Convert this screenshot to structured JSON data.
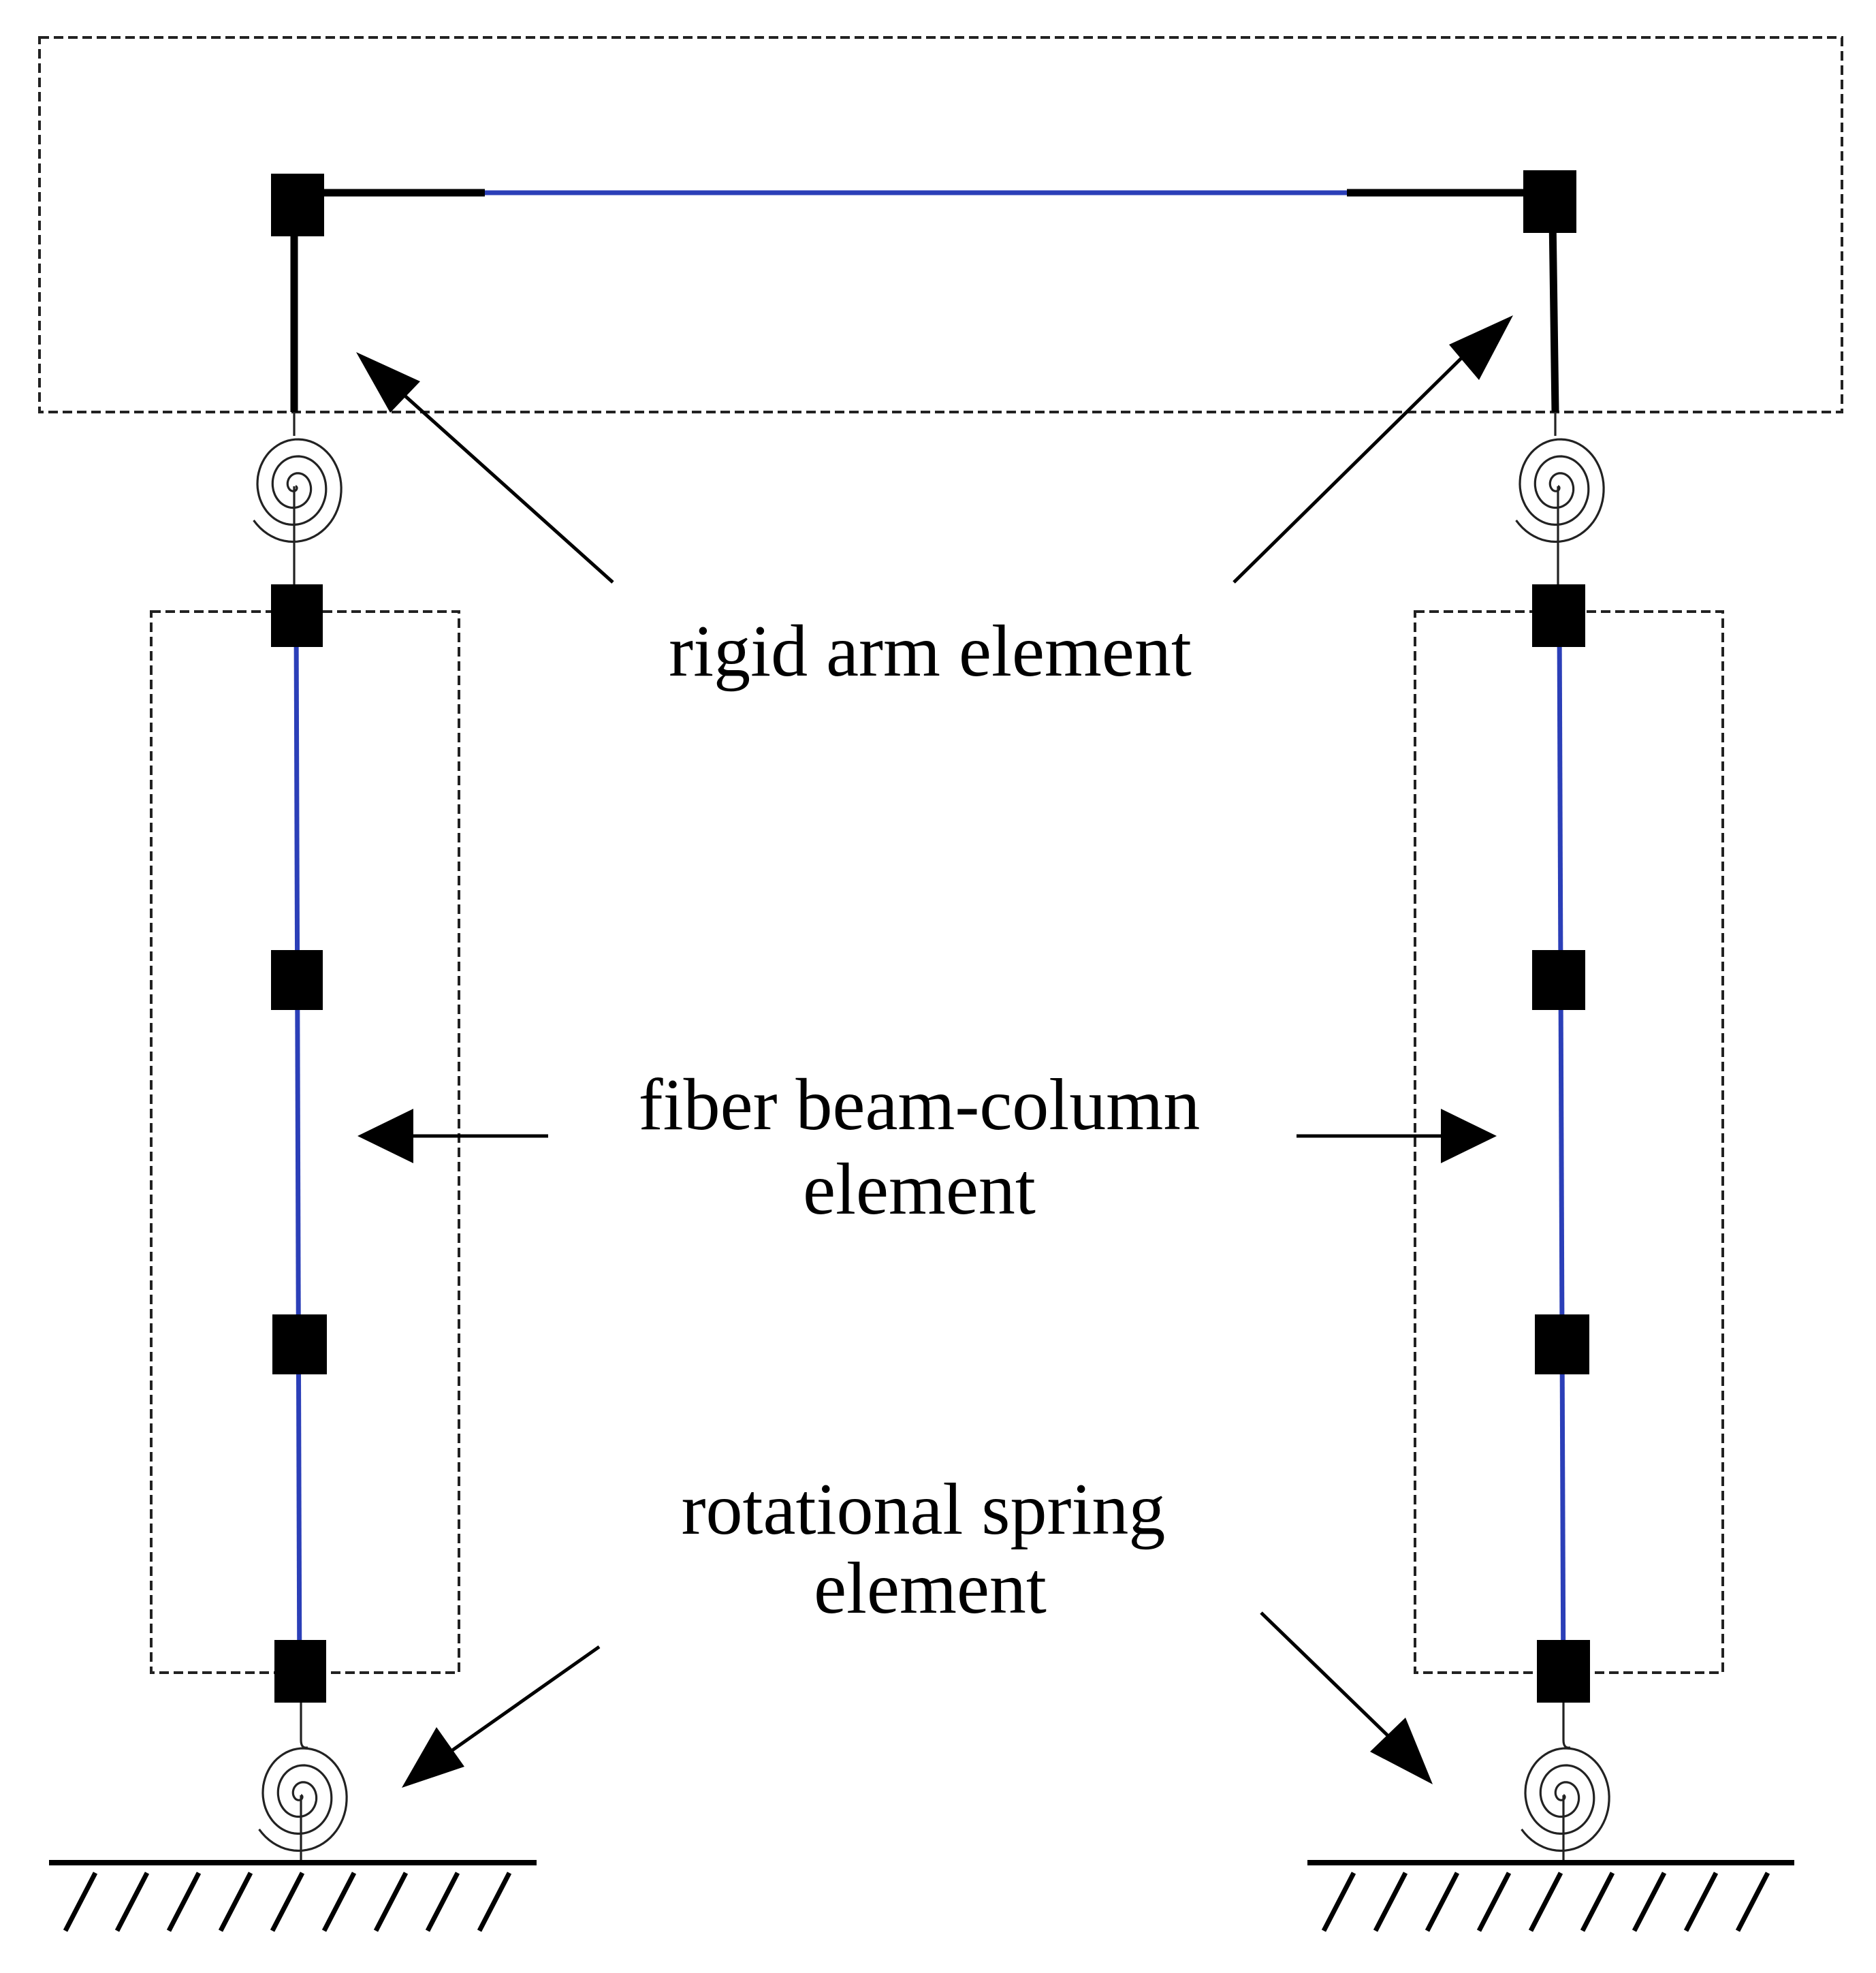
{
  "labels": {
    "rigid_arm": "rigid arm element",
    "fiber_line1": "fiber beam-column",
    "fiber_line2": "element",
    "spring_line1": "rotational spring",
    "spring_line2": "element"
  },
  "colors": {
    "fiber_element": "#2b3fb8",
    "rigid_element": "#000000",
    "node": "#000000",
    "background": "#ffffff"
  }
}
